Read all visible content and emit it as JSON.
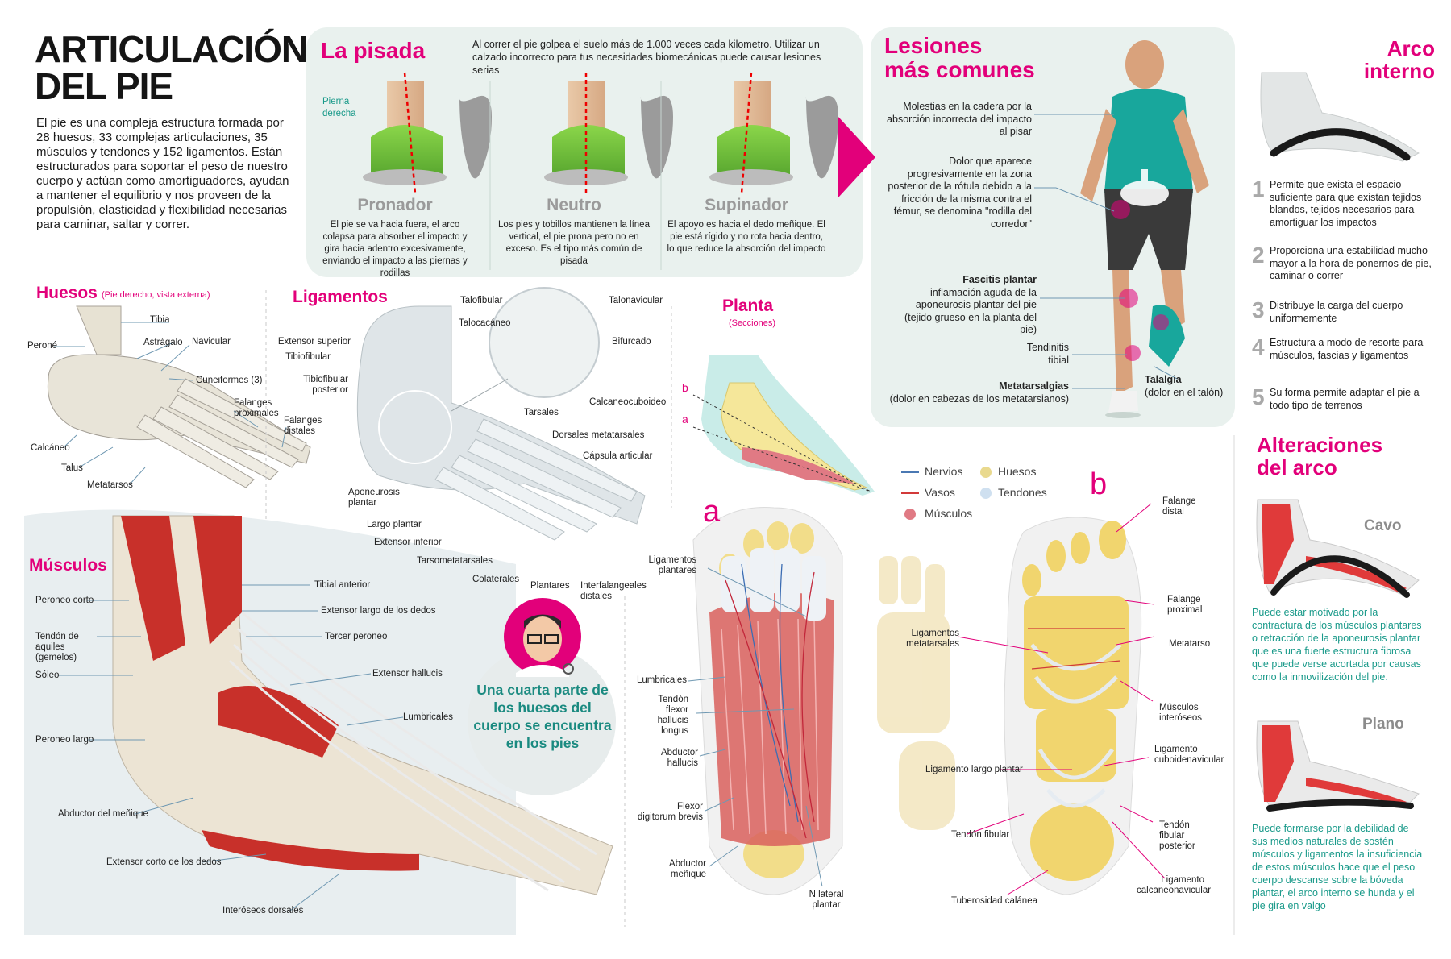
{
  "header": {
    "title_line1": "ARTICULACIÓN",
    "title_line2": "DEL PIE",
    "intro": "El pie es una compleja estructura formada por 28 huesos, 33 complejas articulaciones, 35 músculos y tendones y 152 ligamentos. Están estructurados para soportar el peso de nuestro cuerpo y actúan como amortiguadores, ayudan a mantener el equilibrio y nos proveen de la propulsión, elasticidad y flexibilidad necesarias para caminar, saltar y correr."
  },
  "pisada": {
    "title": "La pisada",
    "intro": "Al correr el pie golpea el suelo más de 1.000 veces cada kilometro. Utilizar un calzado incorrecto para tus necesidades biomecánicas puede causar lesiones serias",
    "leg_label": "Pierna derecha",
    "types": [
      {
        "name": "Pronador",
        "desc": "El pie se va hacia fuera, el arco colapsa para absorber el impacto y gira hacia adentro excesivamente, enviando el impacto a las piernas y rodillas"
      },
      {
        "name": "Neutro",
        "desc": "Los pies y tobillos mantienen la línea vertical, el pie prona pero no en exceso. Es el tipo más común de pisada"
      },
      {
        "name": "Supinador",
        "desc": "El apoyo es hacia el dedo meñique. El pie está rígido y no rota hacia dentro, lo que reduce la absorción del impacto"
      }
    ]
  },
  "lesiones": {
    "title_line1": "Lesiones",
    "title_line2": "más comunes",
    "items": [
      {
        "title": "",
        "text": "Molestias en la cadera por la absorción incorrecta del impacto al pisar"
      },
      {
        "title": "",
        "text": "Dolor que aparece progresivamente en la zona posterior de la rótula debido a la fricción de la misma contra el fémur, se denomina \"rodilla del corredor\""
      },
      {
        "title": "Fascitis plantar",
        "text": "inflamación aguda de la aponeurosis plantar del pie (tejido grueso en la planta del pie)"
      },
      {
        "title": "",
        "text": "Tendinitis tibial"
      },
      {
        "title": "Metatarsalgias",
        "text": "(dolor en cabezas de los metatarsianos)"
      },
      {
        "title": "Talalgia",
        "text": "(dolor en el talón)"
      }
    ]
  },
  "arco": {
    "title_line1": "Arco",
    "title_line2": "interno",
    "items": [
      {
        "n": "1",
        "text": "Permite que exista el espacio suficiente para que existan tejidos blandos, tejidos necesarios para amortiguar los impactos"
      },
      {
        "n": "2",
        "text": "Proporciona una estabilidad mucho mayor a la hora de ponernos de pie, caminar o correr"
      },
      {
        "n": "3",
        "text": "Distribuye la carga del cuerpo uniformemente"
      },
      {
        "n": "4",
        "text": "Estructura a modo de resorte para músculos, fascias y ligamentos"
      },
      {
        "n": "5",
        "text": "Su forma permite adaptar el pie a todo tipo de terrenos"
      }
    ],
    "alt_title_line1": "Alteraciones",
    "alt_title_line2": "del arco",
    "cavo_name": "Cavo",
    "cavo_desc": "Puede estar motivado por la contractura de los músculos plantares o retracción de la aponeurosis plantar que es una fuerte estructura fibrosa que puede verse acortada por causas como la inmovilización del pie.",
    "plano_name": "Plano",
    "plano_desc": "Puede formarse por la debilidad de sus medios naturales de sostén músculos y ligamentos la insuficiencia de estos músculos hace que el peso cuerpo descanse sobre la bóveda plantar, el arco interno se hunda y el pie gira en valgo"
  },
  "huesos": {
    "title": "Huesos",
    "note": "(Pie derecho, vista externa)",
    "labels": [
      "Tibia",
      "Peroné",
      "Astrágalo",
      "Navicular",
      "Cuneiformes (3)",
      "Falanges proximales",
      "Falanges distales",
      "Calcáneo",
      "Talus",
      "Metatarsos"
    ]
  },
  "ligamentos": {
    "title": "Ligamentos",
    "labels": [
      "Extensor superior",
      "Tibiofibular",
      "Tibiofibular posterior",
      "Talofibular",
      "Talocacáneo",
      "Talonavicular",
      "Bifurcado",
      "Calcaneocuboideo",
      "Tarsales",
      "Dorsales metatarsales",
      "Cápsula articular",
      "Aponeurosis plantar",
      "Largo plantar",
      "Extensor inferior",
      "Tarsometatarsales",
      "Colaterales",
      "Plantares",
      "Interfalangeales distales"
    ]
  },
  "planta": {
    "title": "Planta",
    "note": "(Secciones)",
    "b": "b",
    "a": "a"
  },
  "musculos": {
    "title": "Músculos",
    "labels": [
      "Peroneo corto",
      "Tendón de aquiles (gemelos)",
      "Sóleo",
      "Peroneo largo",
      "Abductor del meñique",
      "Extensor corto de los dedos",
      "Interóseos dorsales",
      "Tibial anterior",
      "Extensor largo de los dedos",
      "Tercer peroneo",
      "Extensor hallucis",
      "Lumbricales"
    ]
  },
  "callout": {
    "text": "Una cuarta parte de los huesos del cuerpo se encuentra en los pies"
  },
  "legend": {
    "nervios": "Nervios",
    "vasos": "Vasos",
    "musculos": "Músculos",
    "huesos": "Huesos",
    "tendones": "Tendones"
  },
  "seccion_a": {
    "letter": "a",
    "labels": [
      "Ligamentos plantares",
      "Lumbricales",
      "Tendón flexor hallucis longus",
      "Abductor hallucis",
      "Flexor digitorum brevis",
      "Abductor meñique",
      "N lateral plantar"
    ]
  },
  "seccion_b": {
    "letter": "b",
    "labels": [
      "Falange distal",
      "Falange proximal",
      "Metatarso",
      "Ligamentos metatarsales",
      "Músculos interóseos",
      "Ligamento cuboidenavicular",
      "Ligamento largo plantar",
      "Tendón fibular",
      "Tendón fibular posterior",
      "Ligamento calcaneonavicular",
      "Tuberosidad calánea"
    ]
  },
  "colors": {
    "accent": "#e2007a",
    "teal": "#1a9a8a",
    "panel_bg": "#eaf1ee",
    "muscle": "#c8302a",
    "bone": "#ecd98a",
    "ligament": "#dfe8f2"
  }
}
